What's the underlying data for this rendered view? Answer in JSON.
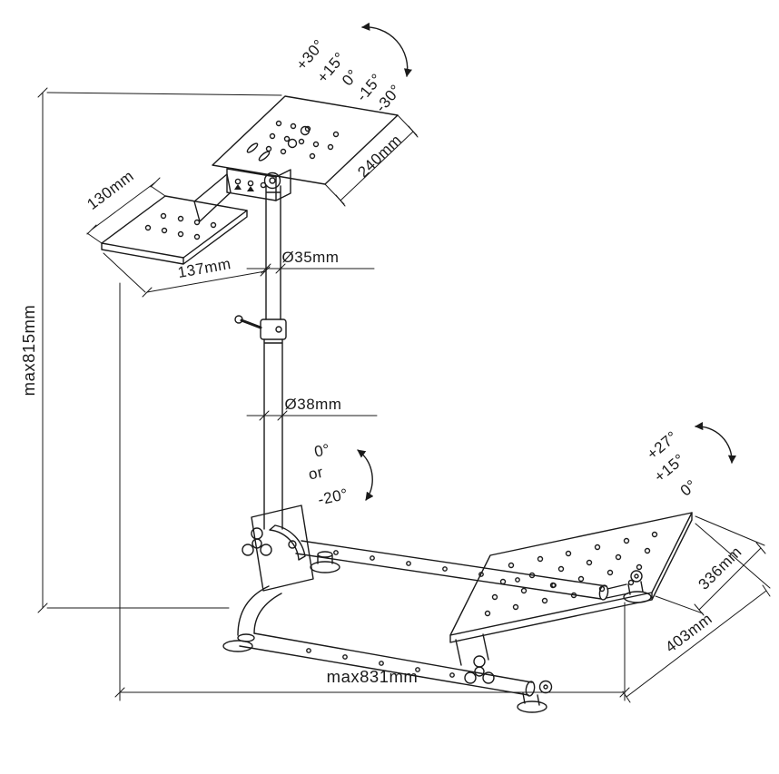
{
  "colors": {
    "ink": "#1a1a1a",
    "background": "#ffffff"
  },
  "diagram": {
    "wheel_tilt_angles": [
      "+30°",
      "+15°",
      "0°",
      "-15°",
      "-30°"
    ],
    "pole_tilt": {
      "line1": "0°",
      "line2": "or",
      "line3": "-20°"
    },
    "pedal_tilt_angles": [
      "+27°",
      "+15°",
      "0°"
    ],
    "dims": {
      "shifter_plate_width": "130mm",
      "shifter_plate_depth": "137mm",
      "wheel_plate_depth": "240mm",
      "upper_pole_diameter": "Ø35mm",
      "lower_pole_diameter": "Ø38mm",
      "max_height": "max815mm",
      "max_length": "max831mm",
      "pedal_plate_width": "336mm",
      "pedal_plate_depth": "403mm"
    }
  }
}
